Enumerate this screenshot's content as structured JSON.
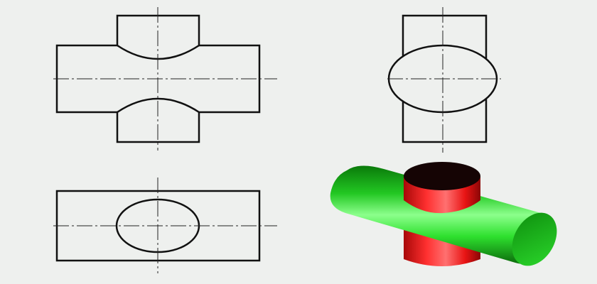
{
  "figure": {
    "views": [
      "front-view",
      "side-view",
      "top-view",
      "isometric-view"
    ],
    "colors": {
      "background": "#eef0ee",
      "line": "#111111",
      "centerline": "#222222",
      "horizontal_cylinder": "#22e022",
      "vertical_cylinder": "#ee1a1a",
      "cylinder_top_face": "#150404"
    }
  }
}
